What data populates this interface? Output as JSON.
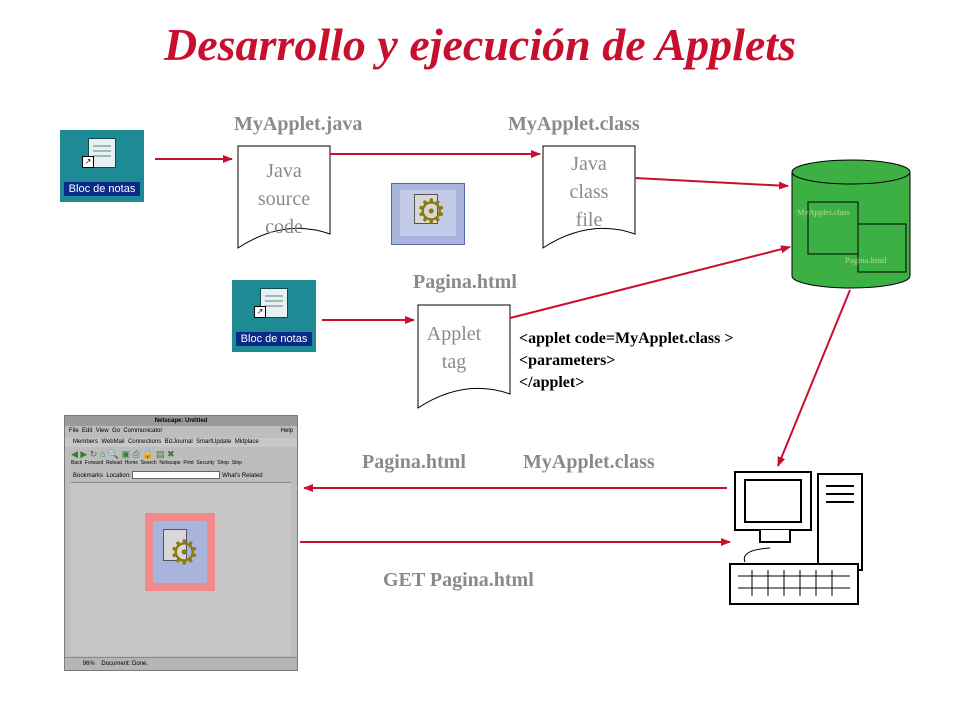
{
  "title": "Desarrollo y ejecución de Applets",
  "files": {
    "java_name": "MyApplet.java",
    "class_name": "MyApplet.class",
    "html_name": "Pagina.html"
  },
  "docs": {
    "source": [
      "Java",
      "source",
      "code"
    ],
    "class": [
      "Java",
      "class",
      "file"
    ],
    "applet": [
      "Applet",
      "tag"
    ]
  },
  "notepad_label": "Bloc de notas",
  "code_lines": [
    "<applet code=MyApplet.class >",
    "<parameters>",
    "</applet>"
  ],
  "server": {
    "file1": "MyApplet.class",
    "file2": "Pagina.html"
  },
  "transfer": {
    "resp_html": "Pagina.html",
    "resp_class": "MyApplet.class",
    "request": "GET Pagina.html"
  },
  "browser": {
    "title": "Netscape: Untitled",
    "menu": [
      "File",
      "Edit",
      "View",
      "Go",
      "Communicator"
    ],
    "help": "Help",
    "bookmarks": [
      "Members",
      "WebMail",
      "Connections",
      "BizJournal",
      "SmartUpdate",
      "Mktplace"
    ],
    "toolbar": [
      "Back",
      "Forward",
      "Reload",
      "Home",
      "Search",
      "Netscape",
      "Print",
      "Security",
      "Shop",
      "Stop"
    ],
    "location_label": "Location:",
    "bookmarks_label": "Bookmarks",
    "related": "What's Related",
    "zoom": "96%",
    "status": "Document: Done."
  },
  "colors": {
    "arrow": "#c8102e",
    "server": "#3cb043",
    "title": "#c8102e"
  }
}
